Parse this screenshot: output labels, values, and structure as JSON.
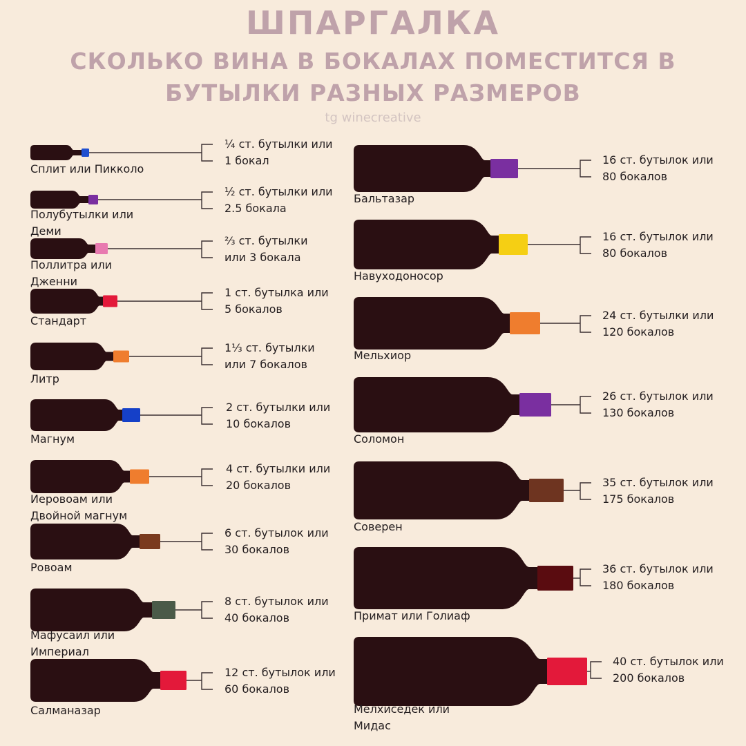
{
  "header": {
    "title": "ШПАРГАЛКА",
    "subtitle_line1": "СКОЛЬКО ВИНА В БОКАЛАХ ПОМЕСТИТСЯ В",
    "subtitle_line2": "БУТЫЛКИ РАЗНЫХ РАЗМЕРОВ",
    "credit": "tg winecreative"
  },
  "colors": {
    "background": "#f8ebdc",
    "title": "#bfa2aa",
    "bottle": "#2a0f12",
    "text": "#231d1f"
  },
  "bottles": [
    {
      "name": [
        "Сплит или Пикколо"
      ],
      "info": [
        "¼ ст. бутылки или",
        "1 бокал"
      ],
      "capsule_color": "#1f4fd0",
      "column": "left"
    },
    {
      "name": [
        "Полубутылки или",
        "Деми"
      ],
      "info": [
        "½ ст. бутылки или",
        "2.5 бокала"
      ],
      "capsule_color": "#7a2fa0",
      "column": "left"
    },
    {
      "name": [
        "Поллитра или",
        "Дженни"
      ],
      "info": [
        "⅔  ст. бутылки",
        "или 3 бокала"
      ],
      "capsule_color": "#e87ab0",
      "column": "left"
    },
    {
      "name": [
        "Стандарт"
      ],
      "info": [
        "1 ст. бутылка или",
        "5 бокалов"
      ],
      "capsule_color": "#e3193a",
      "column": "left"
    },
    {
      "name": [
        "Литр"
      ],
      "info": [
        "1⅓  ст. бутылки",
        "или 7 бокалов"
      ],
      "capsule_color": "#ef7d2e",
      "column": "left"
    },
    {
      "name": [
        "Магнум"
      ],
      "info": [
        "2 ст. бутылки или",
        "10 бокалов"
      ],
      "capsule_color": "#1540c8",
      "column": "left"
    },
    {
      "name": [
        "Иеровоам или",
        "Двойной магнум"
      ],
      "info": [
        "4 ст. бутылки или",
        "20 бокалов"
      ],
      "capsule_color": "#ef7d2e",
      "column": "left"
    },
    {
      "name": [
        "Ровоам"
      ],
      "info": [
        "6 ст. бутылок или",
        "30 бокалов"
      ],
      "capsule_color": "#7a3a1e",
      "column": "left"
    },
    {
      "name": [
        "Мафусаил или",
        "Империал"
      ],
      "info": [
        "8 ст. бутылок или",
        "40 бокалов"
      ],
      "capsule_color": "#4a5a48",
      "column": "left"
    },
    {
      "name": [
        "Салманазар"
      ],
      "info": [
        "12 ст. бутылок или",
        "60 бокалов"
      ],
      "capsule_color": "#e3193a",
      "column": "left"
    },
    {
      "name": [
        "Бальтазар"
      ],
      "info": [
        "16 ст. бутылок или",
        "80 бокалов"
      ],
      "capsule_color": "#7a2fa0",
      "column": "right"
    },
    {
      "name": [
        "Навуходоносор"
      ],
      "info": [
        "16 ст. бутылок или",
        "80 бокалов"
      ],
      "capsule_color": "#f5cf14",
      "column": "right"
    },
    {
      "name": [
        "Мельхиор"
      ],
      "info": [
        "24 ст. бутылки или",
        "120 бокалов"
      ],
      "capsule_color": "#ef7d2e",
      "column": "right"
    },
    {
      "name": [
        "Соломон"
      ],
      "info": [
        "26 ст. бутылок или",
        "130 бокалов"
      ],
      "capsule_color": "#7a2fa0",
      "column": "right"
    },
    {
      "name": [
        "Соверен"
      ],
      "info": [
        "35 ст. бутылок или",
        "175 бокалов"
      ],
      "capsule_color": "#6e3420",
      "column": "right"
    },
    {
      "name": [
        "Примат или Голиаф"
      ],
      "info": [
        "36 ст. бутылок или",
        "180 бокалов"
      ],
      "capsule_color": "#5a0c10",
      "column": "right"
    },
    {
      "name": [
        "Мелхиседек или",
        "Мидас"
      ],
      "info": [
        "40 ст. бутылок или",
        "200 бокалов"
      ],
      "capsule_color": "#e3193a",
      "column": "right"
    }
  ]
}
